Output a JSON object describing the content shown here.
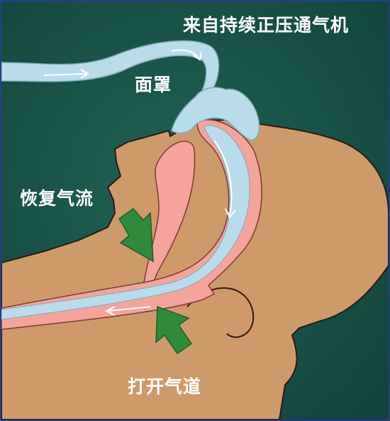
{
  "labels": {
    "source": "来自持续正压通气机",
    "mask": "面罩",
    "restore_airflow": "恢复气流",
    "open_airway": "打开气道"
  },
  "colors": {
    "background": "#1a5449",
    "skin": "#cf9a6a",
    "skin_outline": "#2b1a10",
    "airway": "#f4a49a",
    "air_tube": "#b8dcea",
    "arrow_green": "#2e8b3c",
    "frame_border": "#2a3d86",
    "text": "#ffffff"
  },
  "icons": [
    "airflow-arrow-icon",
    "green-arrow-icon"
  ]
}
